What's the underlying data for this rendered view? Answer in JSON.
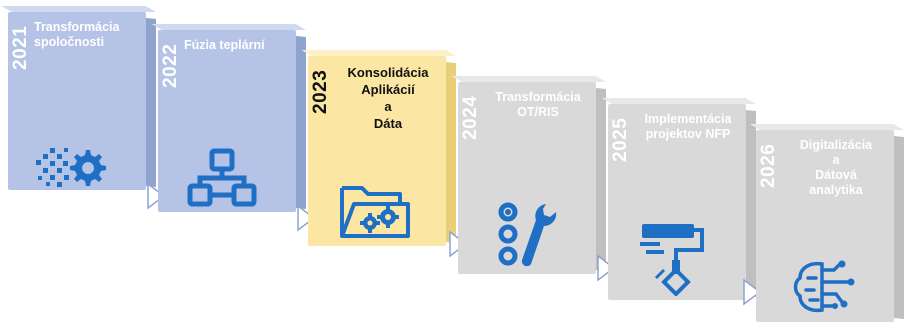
{
  "colors": {
    "blue_card": "#b5c4e6",
    "yellow_card": "#fbe7a3",
    "grey_card": "#d9d9d9",
    "icon_blue": "#1f6fc5"
  },
  "steps": [
    {
      "year": "2021",
      "title": [
        "Transformácia",
        "spoločnosti"
      ],
      "icon": "gear-pixel-icon"
    },
    {
      "year": "2022",
      "title": [
        "Fúzia teplární"
      ],
      "icon": "hierarchy-icon"
    },
    {
      "year": "2023",
      "title": [
        "Konsolidácia",
        "Aplikácií",
        "a",
        "Dáta"
      ],
      "icon": "folder-gears-icon"
    },
    {
      "year": "2024",
      "title": [
        "Transformácia",
        "OT/RIS"
      ],
      "icon": "tools-icon"
    },
    {
      "year": "2025",
      "title": [
        "Implementácia",
        "projektov NFP"
      ],
      "icon": "paint-roller-icon"
    },
    {
      "year": "2026",
      "title": [
        "Digitalizácia",
        "a",
        "Dátová",
        "analytika"
      ],
      "icon": "brain-circuit-icon"
    }
  ]
}
